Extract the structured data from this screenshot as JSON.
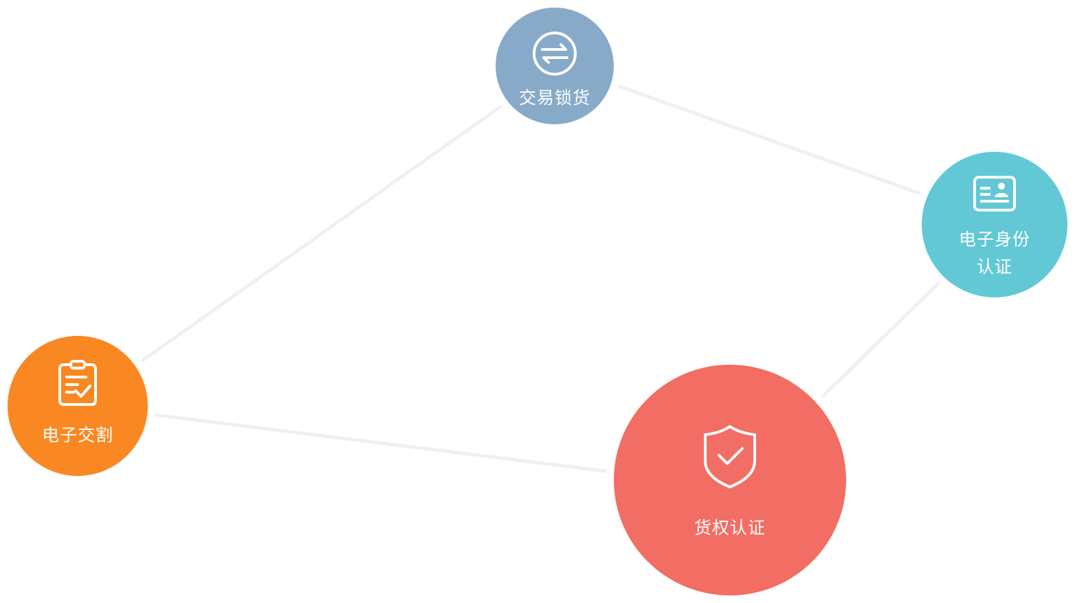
{
  "diagram": {
    "nodes": [
      {
        "id": "trade",
        "label": [
          "交易锁货"
        ],
        "icon": "exchange-arrows-icon",
        "color": "#87aac8"
      },
      {
        "id": "eid",
        "label": [
          "电子身份",
          "认证"
        ],
        "icon": "id-card-icon",
        "color": "#62c8d6"
      },
      {
        "id": "delivery",
        "label": [
          "电子交割"
        ],
        "icon": "clipboard-check-icon",
        "color": "#f98822"
      },
      {
        "id": "cert",
        "label": [
          "货权认证"
        ],
        "icon": "shield-check-icon",
        "color": "#f26d64"
      }
    ],
    "edges": [
      {
        "from": "trade",
        "to": "eid"
      },
      {
        "from": "trade",
        "to": "delivery"
      },
      {
        "from": "eid",
        "to": "cert"
      },
      {
        "from": "delivery",
        "to": "cert"
      }
    ],
    "edge_color": "#f0f0f4"
  }
}
